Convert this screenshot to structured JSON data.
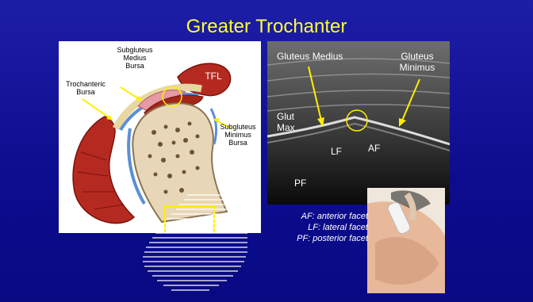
{
  "slide": {
    "title": "Greater Trochanter",
    "anatomy_labels": {
      "subgluteus_medius_bursa": [
        "Subgluteus",
        "Medius",
        "Bursa"
      ],
      "trochanteric_bursa": [
        "Trochanteric",
        "Bursa"
      ],
      "tfl": "TFL",
      "subgluteus_minimus_bursa": [
        "Subgluteus",
        "Minimus",
        "Bursa"
      ]
    },
    "ultrasound_labels": {
      "gluteus_medius": "Gluteus Medius",
      "gluteus_minimus": [
        "Gluteus",
        "Minimus"
      ],
      "glut_max": [
        "Glut",
        "Max"
      ],
      "lf": "LF",
      "af": "AF",
      "pf": "PF"
    },
    "legend": [
      "AF: anterior facet",
      "LF: lateral facet",
      "PF: posterior facet"
    ]
  },
  "colors": {
    "background": "#1414a0",
    "title": "#ffff33",
    "highlight": "#ffee00",
    "muscle": "#b52a20"
  }
}
